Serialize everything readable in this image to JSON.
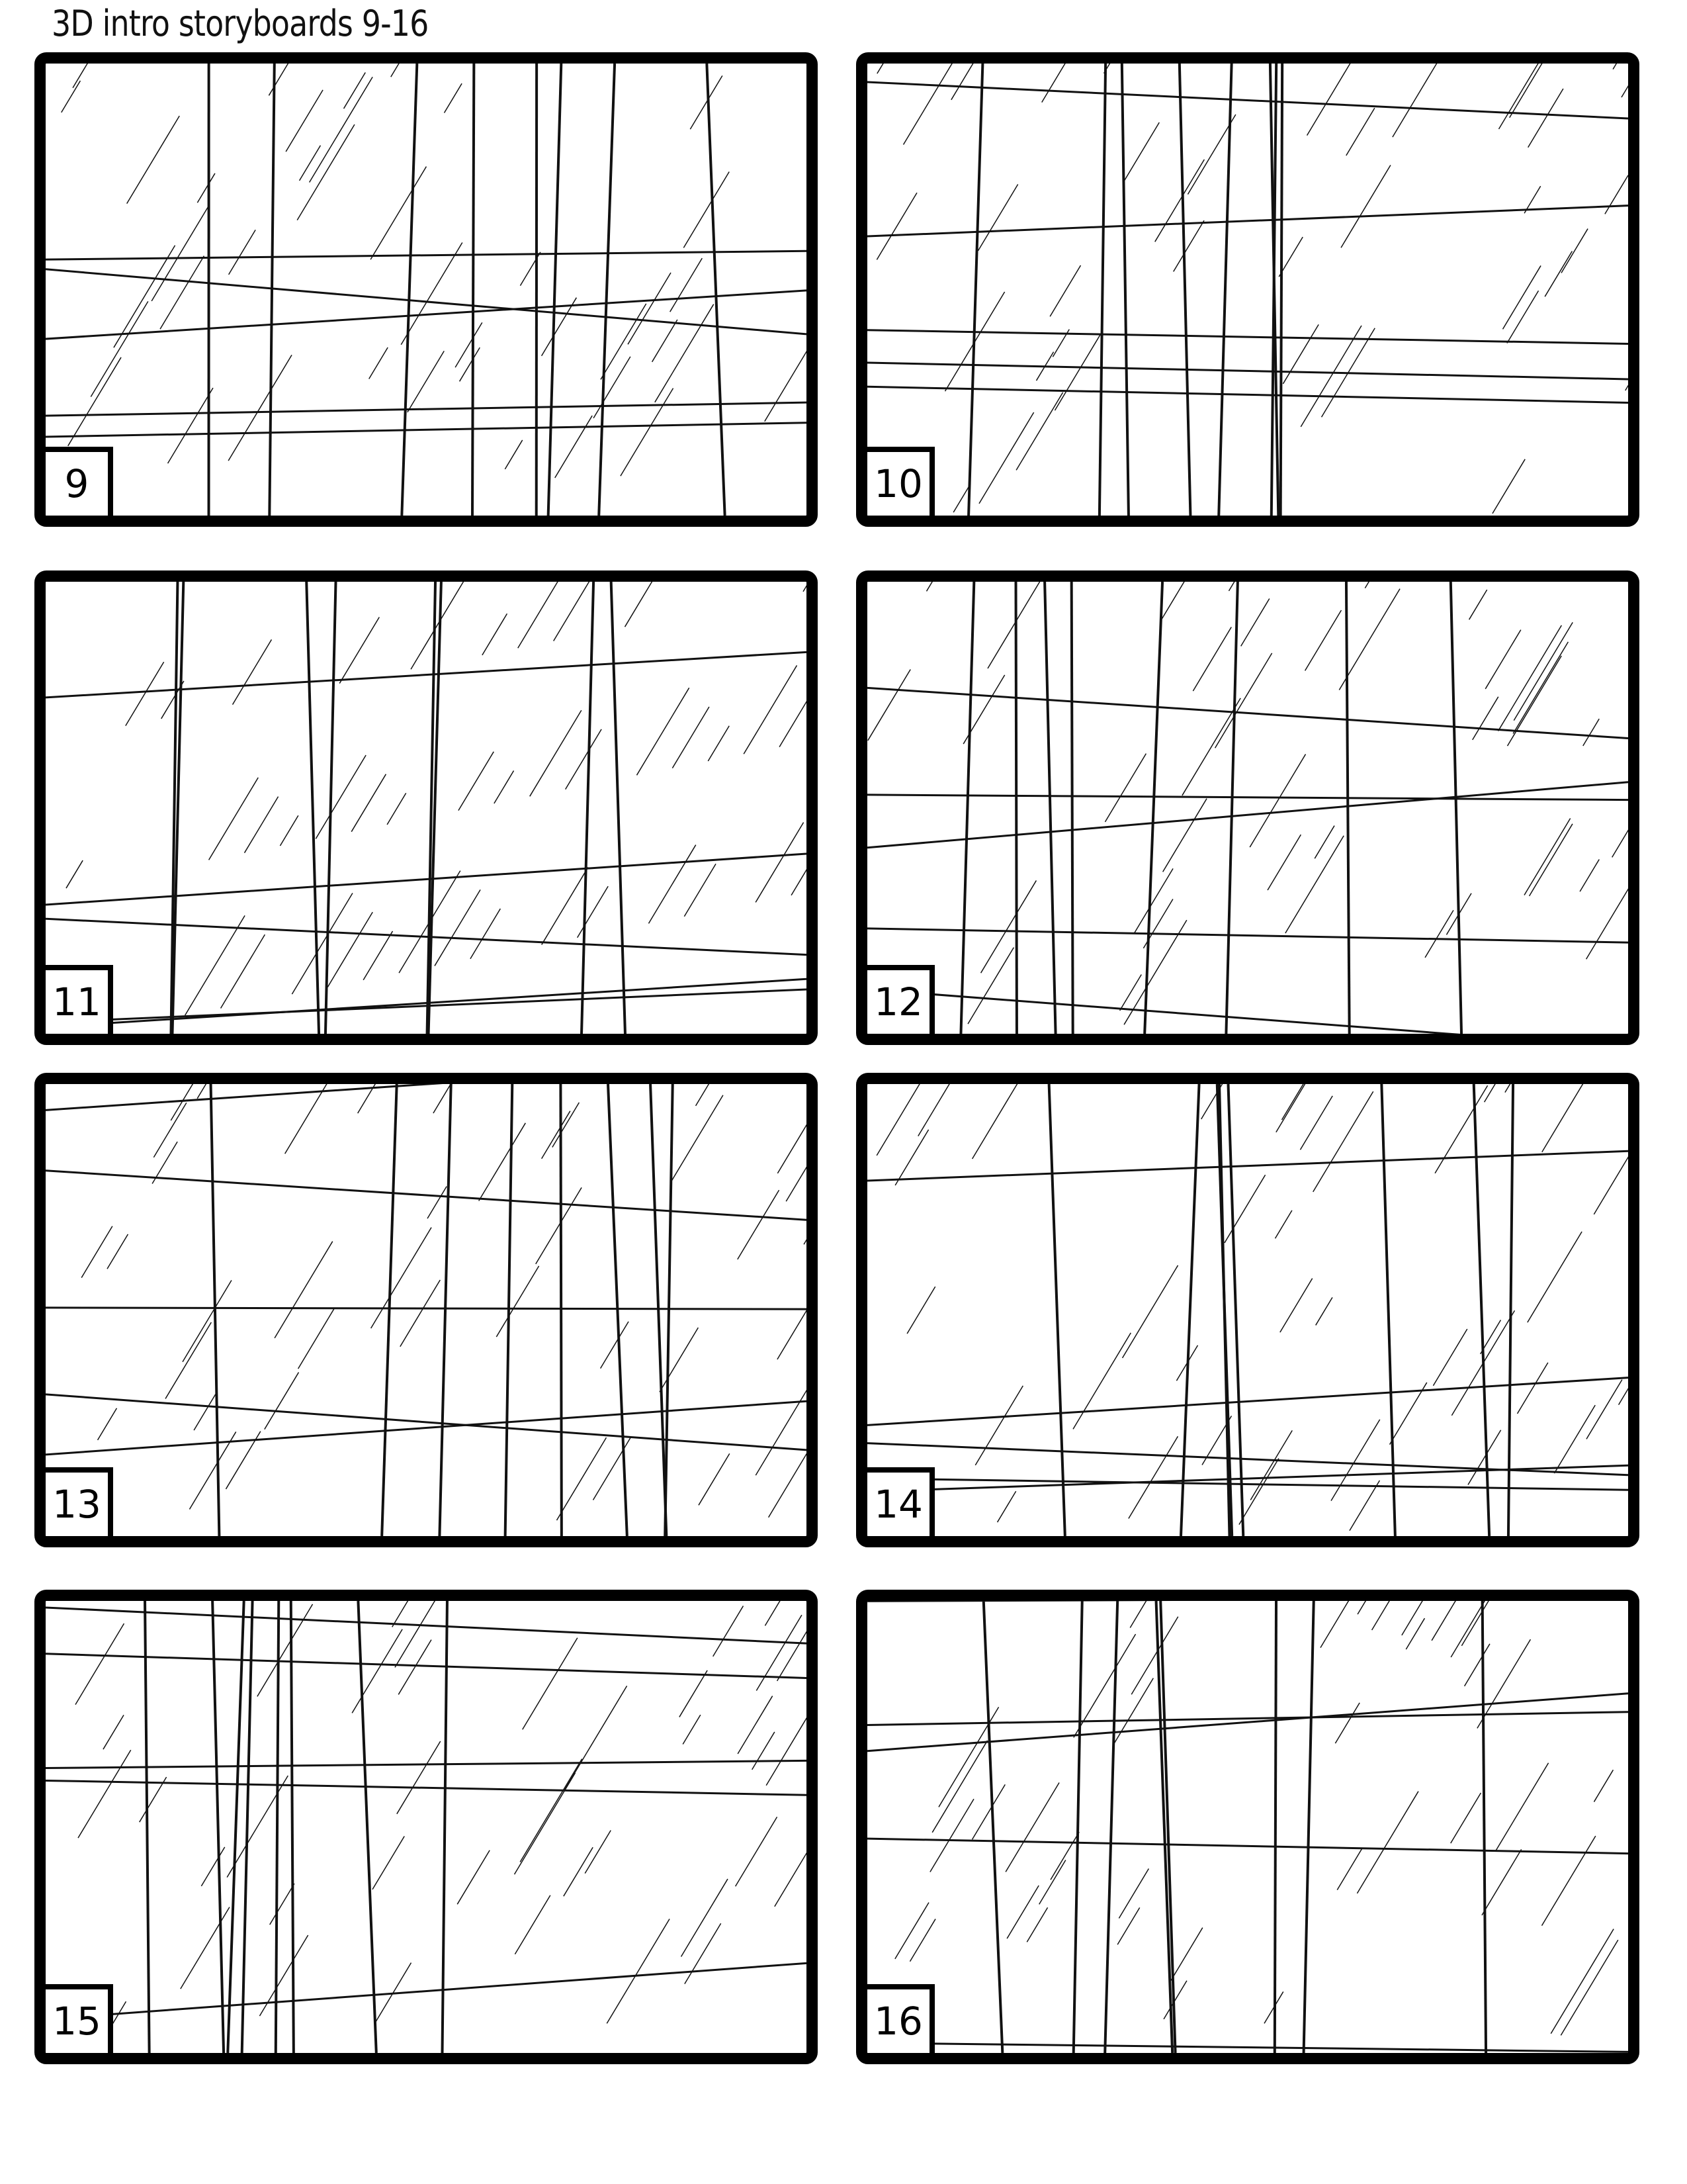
{
  "title": "3D intro storyboards 9-16",
  "panels": [
    {
      "number": "9"
    },
    {
      "number": "10"
    },
    {
      "number": "11"
    },
    {
      "number": "12"
    },
    {
      "number": "13"
    },
    {
      "number": "14"
    },
    {
      "number": "15"
    },
    {
      "number": "16"
    }
  ]
}
